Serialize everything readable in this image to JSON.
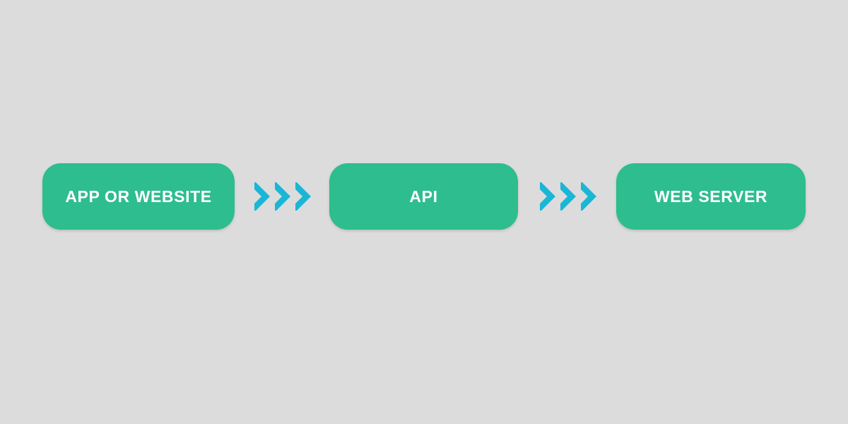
{
  "diagram": {
    "type": "linear-flow",
    "background_color": "#dcdcdc",
    "node_color": "#2ebd8e",
    "node_text_color": "#ffffff",
    "arrow_color": "#1ab6d6",
    "nodes": [
      {
        "id": "app-or-website",
        "label": "APP OR WEBSITE"
      },
      {
        "id": "api",
        "label": "API"
      },
      {
        "id": "web-server",
        "label": "WEB SERVER"
      }
    ],
    "connectors": [
      {
        "id": "connector-1",
        "icon": "triple-chevron-right-icon",
        "from": "app-or-website",
        "to": "api",
        "chevron_count": 3
      },
      {
        "id": "connector-2",
        "icon": "triple-chevron-right-icon",
        "from": "api",
        "to": "web-server",
        "chevron_count": 3
      }
    ]
  }
}
